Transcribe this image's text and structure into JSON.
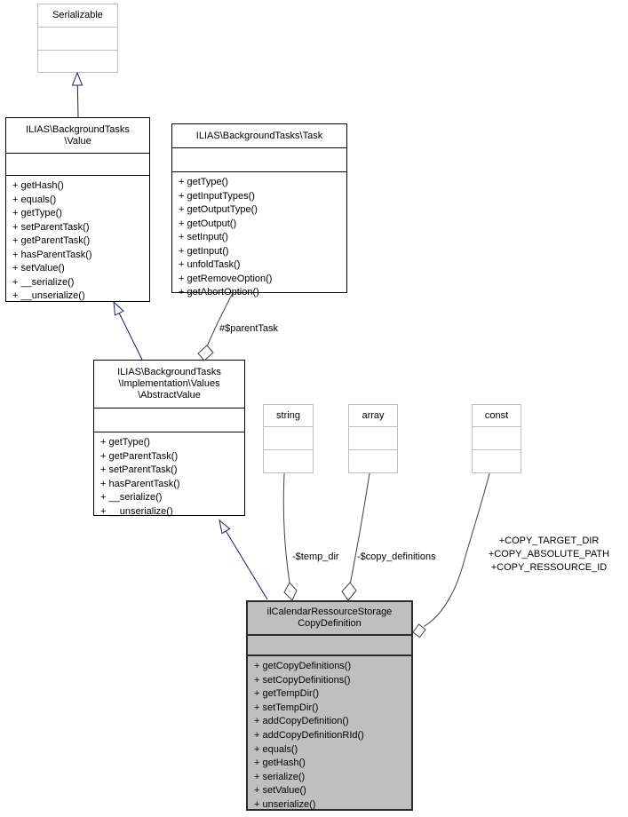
{
  "diagram": {
    "type": "uml-collaboration-diagram",
    "colors": {
      "inheritance_edge": "#191970",
      "member_edge": "#404040",
      "current_node_fill": "#bfbfbf",
      "documented_border": "#000000",
      "undocumented_border": "#bebebe",
      "background": "#ffffff"
    },
    "nodes": {
      "serializable": {
        "title_lines": [
          "Serializable"
        ]
      },
      "value": {
        "title_lines": [
          "ILIAS\\BackgroundTasks",
          "\\Value"
        ],
        "methods": [
          "+ getHash()",
          "+ equals()",
          "+ getType()",
          "+ setParentTask()",
          "+ getParentTask()",
          "+ hasParentTask()",
          "+ setValue()",
          "+ __serialize()",
          "+ __unserialize()"
        ]
      },
      "task": {
        "title_lines": [
          "ILIAS\\BackgroundTasks\\Task"
        ],
        "methods": [
          "+ getType()",
          "+ getInputTypes()",
          "+ getOutputType()",
          "+ getOutput()",
          "+ setInput()",
          "+ getInput()",
          "+ unfoldTask()",
          "+ getRemoveOption()",
          "+ getAbortOption()"
        ]
      },
      "abstract_value": {
        "title_lines": [
          "ILIAS\\BackgroundTasks",
          "\\Implementation\\Values",
          "\\AbstractValue"
        ],
        "methods": [
          "+ getType()",
          "+ getParentTask()",
          "+ setParentTask()",
          "+ hasParentTask()",
          "+ __serialize()",
          "+ __unserialize()"
        ]
      },
      "string_type": {
        "title_lines": [
          "string"
        ]
      },
      "array_type": {
        "title_lines": [
          "array"
        ]
      },
      "const_type": {
        "title_lines": [
          "const"
        ]
      },
      "main": {
        "title_lines": [
          "ilCalendarRessourceStorage",
          "CopyDefinition"
        ],
        "methods": [
          "+ getCopyDefinitions()",
          "+ setCopyDefinitions()",
          "+ getTempDir()",
          "+ setTempDir()",
          "+ addCopyDefinition()",
          "+ addCopyDefinitionRId()",
          "+ equals()",
          "+ getHash()",
          "+ serialize()",
          "+ setValue()",
          "+ unserialize()"
        ]
      }
    },
    "edge_labels": {
      "parent_task": "#$parentTask",
      "temp_dir": "-$temp_dir",
      "copy_definitions": "-$copy_definitions",
      "const_members": [
        "+COPY_TARGET_DIR",
        "+COPY_ABSOLUTE_PATH",
        "+COPY_RESSOURCE_ID"
      ]
    }
  }
}
